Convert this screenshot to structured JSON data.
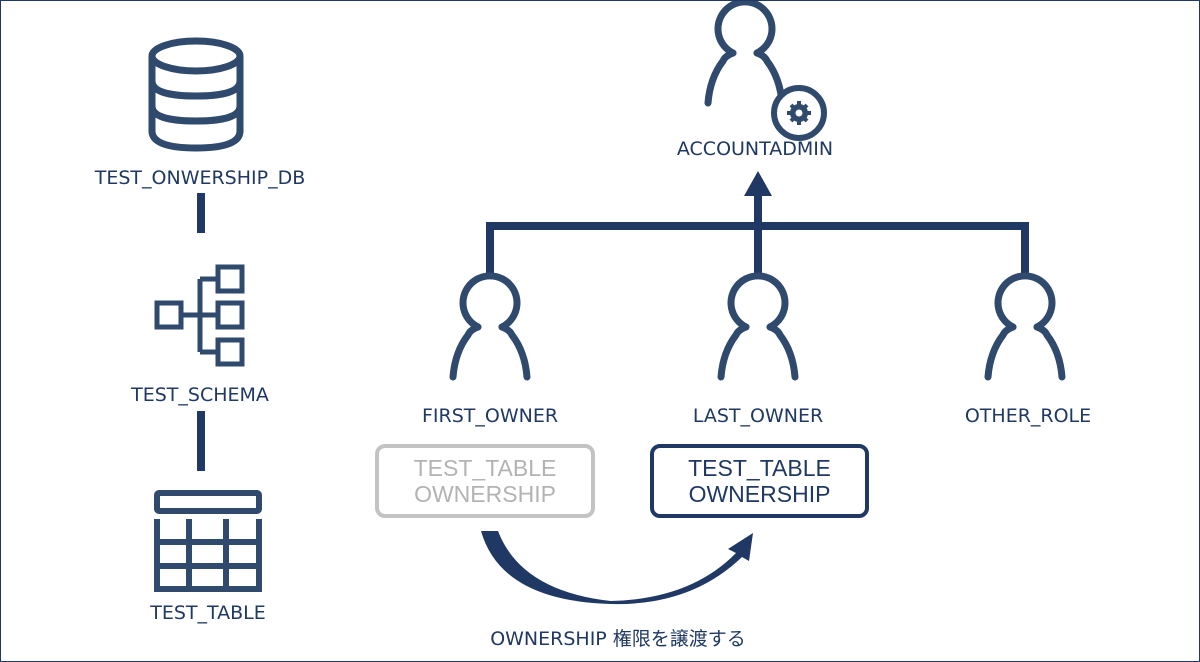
{
  "objects": {
    "database": "TEST_ONWERSHIP_DB",
    "schema": "TEST_SCHEMA",
    "table": "TEST_TABLE"
  },
  "roles": {
    "admin": "ACCOUNTADMIN",
    "first_owner": "FIRST_OWNER",
    "last_owner": "LAST_OWNER",
    "other_role": "OTHER_ROLE"
  },
  "boxes": {
    "old": {
      "line1": "TEST_TABLE",
      "line2": "OWNERSHIP"
    },
    "new": {
      "line1": "TEST_TABLE",
      "line2": "OWNERSHIP"
    }
  },
  "transfer_caption": "OWNERSHIP 権限を譲渡する",
  "colors": {
    "navy": "#1f3864",
    "icon": "#2f4a6d",
    "gray": "#c3c3c3"
  }
}
